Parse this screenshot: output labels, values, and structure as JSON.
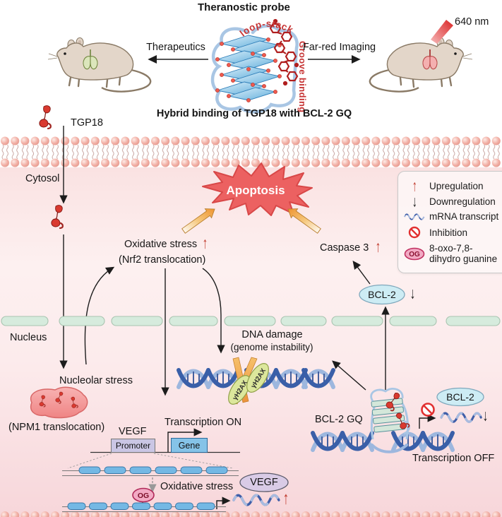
{
  "figure": {
    "title": "Theranostic probe",
    "loop_stack_label": "loop-stack",
    "groove_binding_label": "Groove binding",
    "therapeutics_label": "Therapeutics",
    "imaging_label": "Far-red Imaging",
    "wavelength_label": "640 nm",
    "caption": "Hybrid binding of TGP18 with BCL-2 GQ"
  },
  "cytoplasm": {
    "probe_label": "TGP18",
    "compartment_label": "Cytosol",
    "apoptosis_label": "Apoptosis",
    "oxidative_stress_label": "Oxidative stress",
    "nrf2_label": "(Nrf2 translocation)",
    "caspase3_label": "Caspase 3",
    "bcl2_label": "BCL-2",
    "up_arrow": "↑",
    "down_arrow": "↓"
  },
  "legend": {
    "items": [
      {
        "icon": "upregulation-arrow",
        "glyph": "↑",
        "label": "Upregulation"
      },
      {
        "icon": "downregulation-arrow",
        "glyph": "↓",
        "label": "Downregulation"
      },
      {
        "icon": "mrna-wave",
        "label": "mRNA transcript"
      },
      {
        "icon": "inhibition-sign",
        "label": "Inhibition"
      },
      {
        "icon": "og-badge",
        "badge": "OG",
        "label": "8-oxo-7,8-dihydro guanine"
      }
    ]
  },
  "nucleus": {
    "compartment_label": "Nucleus",
    "nucleolar_stress_label": "Nucleolar stress",
    "npm1_label": "(NPM1 translocation)",
    "dna_damage_title": "DNA damage",
    "dna_damage_subtitle": "(genome instability)",
    "h2ax_label": "γH2AX",
    "vegf_gene_label": "VEGF",
    "transcription_on_label": "Transcription ON",
    "promoter_label": "Promoter",
    "gene_label": "Gene",
    "oxidative_stress_label": "Oxidative stress",
    "og_label": "OG",
    "vegf_protein_label": "VEGF",
    "bcl2_gq_label": "BCL-2 GQ",
    "bcl2_label": "BCL-2",
    "transcription_off_label": "Transcription OFF",
    "up_arrow": "↑",
    "down_arrow": "↓"
  },
  "colors": {
    "accent_red": "#c0392b",
    "apoptosis_fill": "#ec6565",
    "membrane_pink": "#f2b0a6",
    "nuclear_membrane_green": "#d6ebdd",
    "dna_blue_dark": "#3a5fa8",
    "dna_blue_light": "#9db7de",
    "bcl2_oval_fill": "#cdecf4",
    "vegf_oval_fill": "#d9cbe6",
    "orange_arrow": "#ee9430"
  }
}
